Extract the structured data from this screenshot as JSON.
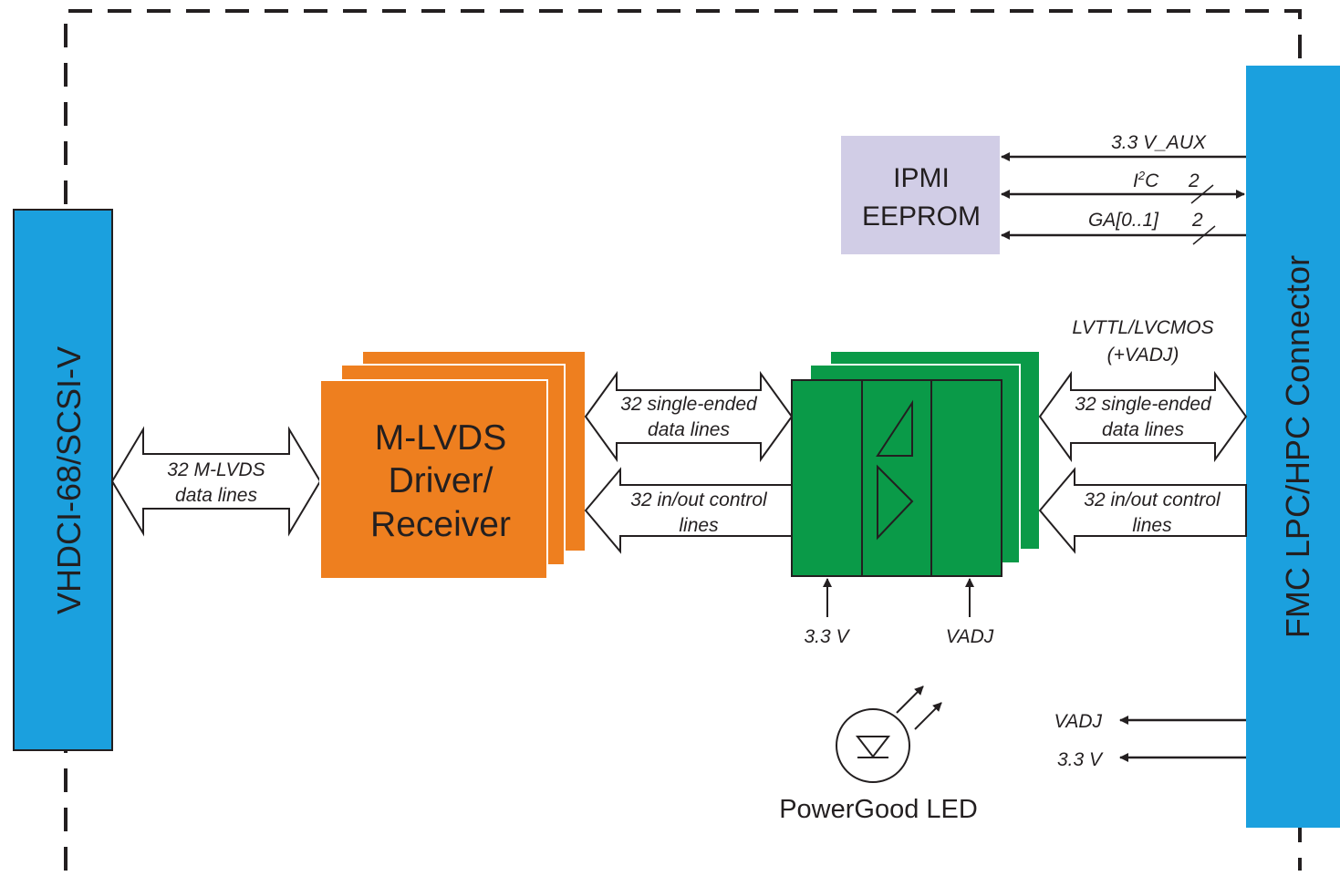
{
  "blocks": {
    "vhdci": "VHDCI-68/SCSI-V",
    "fmc": "FMC LPC/HPC Connector",
    "mlvds": [
      "M-LVDS",
      "Driver/",
      "Receiver"
    ],
    "ipmi": [
      "IPMI",
      "EEPROM"
    ],
    "led": "PowerGood LED"
  },
  "links": {
    "mlvds_data": [
      "32 M-LVDS",
      "data lines"
    ],
    "se_left": [
      "32 single-ended",
      "data lines"
    ],
    "ctrl_left": [
      "32 in/out control",
      "lines"
    ],
    "se_right": [
      "32 single-ended",
      "data lines"
    ],
    "ctrl_right": [
      "32 in/out control",
      "lines"
    ],
    "lvttl": [
      "LVTTL/LVCMOS",
      "(+VADJ)"
    ]
  },
  "signals": {
    "aux": "3.3 V_AUX",
    "i2c_main": "I",
    "i2c_sup": "2",
    "i2c_tail": "C",
    "i2c_width": "2",
    "ga": "GA[0..1]",
    "ga_width": "2",
    "v33_in": "3.3 V",
    "vadj_in": "VADJ",
    "vadj_out": "VADJ",
    "v33_out": "3.3 V"
  },
  "colors": {
    "blue": "#1ba0de",
    "orange": "#ee7f1f",
    "green": "#0a9a48",
    "lavender": "#d1cde6",
    "line": "#231f20"
  }
}
